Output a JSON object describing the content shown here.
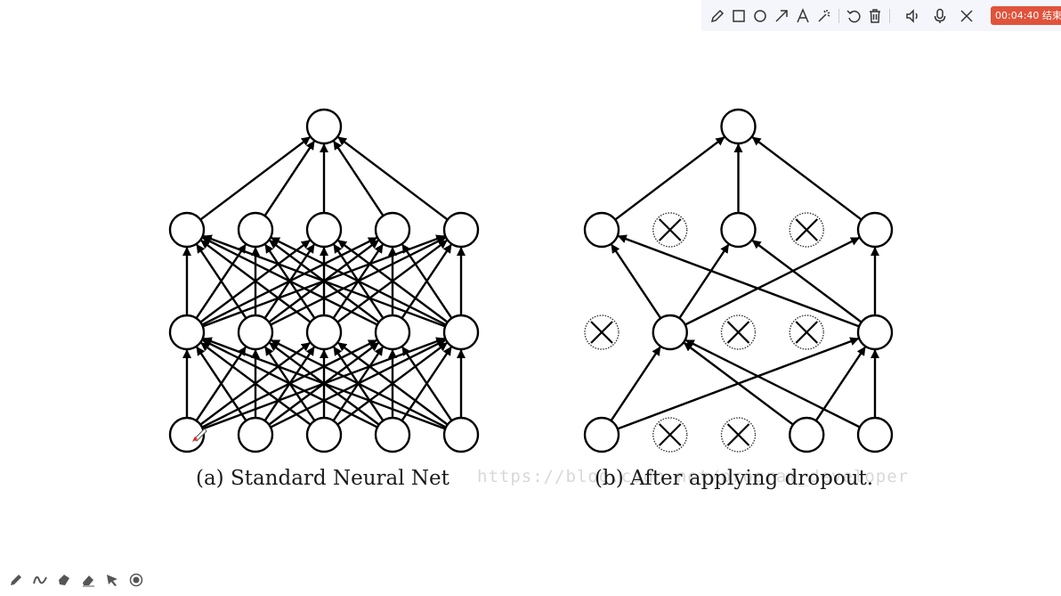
{
  "toolbar": {
    "tools": [
      {
        "name": "pen-icon",
        "label": "pen"
      },
      {
        "name": "rectangle-icon",
        "label": "rectangle"
      },
      {
        "name": "circle-icon",
        "label": "circle"
      },
      {
        "name": "arrow-icon",
        "label": "arrow"
      },
      {
        "name": "text-icon",
        "label": "text"
      },
      {
        "name": "magic-wand-icon",
        "label": "magic wand"
      },
      {
        "name": "undo-icon",
        "label": "undo"
      },
      {
        "name": "trash-icon",
        "label": "delete"
      },
      {
        "name": "speaker-icon",
        "label": "speaker"
      },
      {
        "name": "microphone-icon",
        "label": "microphone"
      },
      {
        "name": "close-icon",
        "label": "close"
      }
    ],
    "timer": "00:04:40 结束",
    "timer_color": "#e0533b"
  },
  "bottom_tools": [
    "pen-icon",
    "curve-icon",
    "highlighter-icon",
    "eraser-icon",
    "pointer-icon",
    "record-icon"
  ],
  "watermark": "https://blog.csdn.net/program_developer",
  "figure": {
    "left": {
      "caption": "(a) Standard Neural Net",
      "layers": [
        {
          "name": "input",
          "nodes": [
            true,
            true,
            true,
            true,
            true
          ]
        },
        {
          "name": "hidden1",
          "nodes": [
            true,
            true,
            true,
            true,
            true
          ]
        },
        {
          "name": "hidden2",
          "nodes": [
            true,
            true,
            true,
            true,
            true
          ]
        },
        {
          "name": "output",
          "nodes": [
            true
          ]
        }
      ],
      "fully_connected": true
    },
    "right": {
      "caption": "(b) After applying dropout.",
      "layers": [
        {
          "name": "input",
          "nodes": [
            true,
            false,
            false,
            true,
            true
          ]
        },
        {
          "name": "hidden1",
          "nodes": [
            false,
            true,
            false,
            false,
            true
          ]
        },
        {
          "name": "hidden2",
          "nodes": [
            true,
            false,
            true,
            false,
            true
          ]
        },
        {
          "name": "output",
          "nodes": [
            true
          ]
        }
      ],
      "fully_connected": false
    }
  }
}
